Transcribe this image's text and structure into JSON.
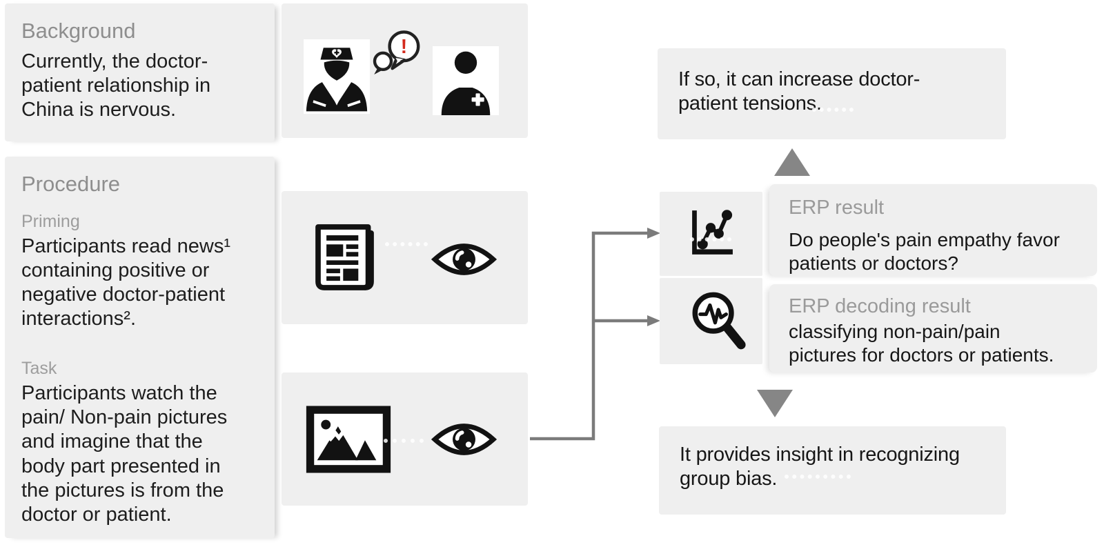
{
  "palette": {
    "page_bg": "#ffffff",
    "box_bg": "#efefef",
    "heading_gray": "#8e8e8e",
    "sub_label_gray": "#9d9d9d",
    "body_text": "#1d1d1d",
    "icon_black": "#121212",
    "arrow_gray": "#7b7b7b",
    "triangle_gray": "#868686",
    "alert_red": "#d42a1d"
  },
  "background_card": {
    "title": "Background",
    "body_lines": [
      "Currently, the doctor-",
      "patient relationship in",
      "China is nervous."
    ]
  },
  "procedure_card": {
    "title": "Procedure",
    "priming_label": "Priming",
    "priming_lines": [
      "Participants read news¹",
      "containing positive or",
      "negative doctor-patient",
      "interactions²."
    ],
    "task_label": "Task",
    "task_lines": [
      "Participants watch the",
      "pain/ Non-pain pictures",
      "and imagine that the",
      "body part presented in",
      "the pictures is from the",
      "doctor or patient."
    ]
  },
  "dialog": {
    "alert_glyph": "!"
  },
  "outcome_top": {
    "lines": [
      "If so, it can increase doctor-",
      "patient tensions."
    ]
  },
  "erp_result_card": {
    "title": "ERP result",
    "body_lines": [
      "Do people's pain empathy favor",
      "patients or doctors?"
    ]
  },
  "erp_decoding_card": {
    "title": "ERP decoding result",
    "body_lines": [
      "classifying non-pain/pain",
      "pictures for doctors or patients."
    ]
  },
  "outcome_bottom": {
    "lines": [
      "It provides insight in recognizing",
      "group bias."
    ]
  },
  "icons": {
    "doctor": "doctor-icon",
    "speech": "speech-bubbles-alert-icon",
    "patient": "patient-icon",
    "newspaper": "newspaper-icon",
    "eye": "eye-icon",
    "line_chart": "line-chart-icon",
    "magnifier_wave": "waveform-magnifier-icon",
    "picture": "picture-icon",
    "triangle_up": "up-triangle-icon",
    "triangle_down": "down-triangle-icon"
  }
}
